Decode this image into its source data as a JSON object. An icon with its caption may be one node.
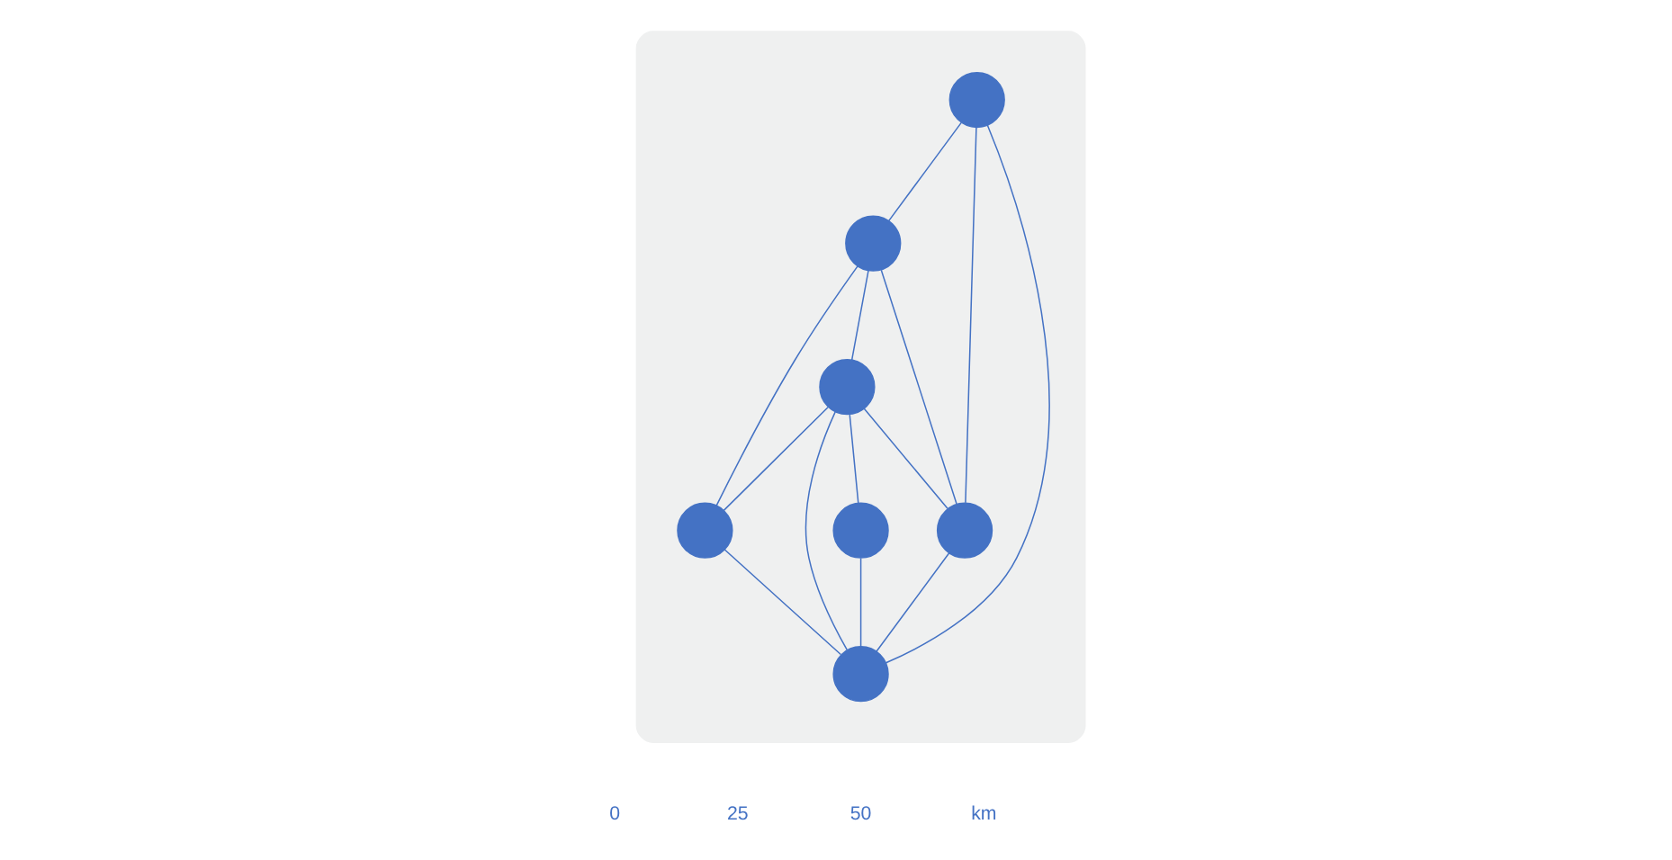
{
  "diagram": {
    "nodes": [
      {
        "text": [],
        "shape": "cloud"
      },
      {
        "text": [],
        "shape": "circle",
        "in": 0
      },
      {
        "text": [],
        "shape": "circle",
        "in": 0
      },
      {
        "text": [],
        "shape": "circle",
        "in": 0
      },
      {
        "text": [],
        "shape": "circle",
        "in": 0
      },
      {
        "text": [],
        "shape": "circle",
        "in": 0
      },
      {
        "text": [],
        "shape": "circle",
        "in": 0
      },
      {
        "text": [],
        "shape": "circle",
        "in": 0
      }
    ],
    "edges": [
      {
        "from": 1,
        "to": 2,
        "arrow": "none"
      },
      {
        "from": 2,
        "to": 3,
        "arrow": "none"
      },
      {
        "from": 1,
        "to": 6,
        "arrow": "none"
      },
      {
        "from": 1,
        "to": 7,
        "arrow": "none"
      },
      {
        "from": 2,
        "to": 6,
        "arrow": "none"
      },
      {
        "from": 2,
        "to": 4,
        "arrow": "none"
      },
      {
        "from": 4,
        "to": 3,
        "arrow": "none"
      },
      {
        "from": 4,
        "to": 6,
        "arrow": "none"
      },
      {
        "from": 4,
        "to": 7,
        "arrow": "none"
      },
      {
        "from": 4,
        "to": 5,
        "arrow": "none"
      },
      {
        "from": 3,
        "to": 7,
        "arrow": "none"
      },
      {
        "from": 6,
        "to": 7,
        "arrow": "none"
      },
      {
        "from": 5,
        "to": 7,
        "arrow": "none"
      }
    ],
    "labels": [
      "0",
      "25",
      "50",
      "km"
    ]
  }
}
